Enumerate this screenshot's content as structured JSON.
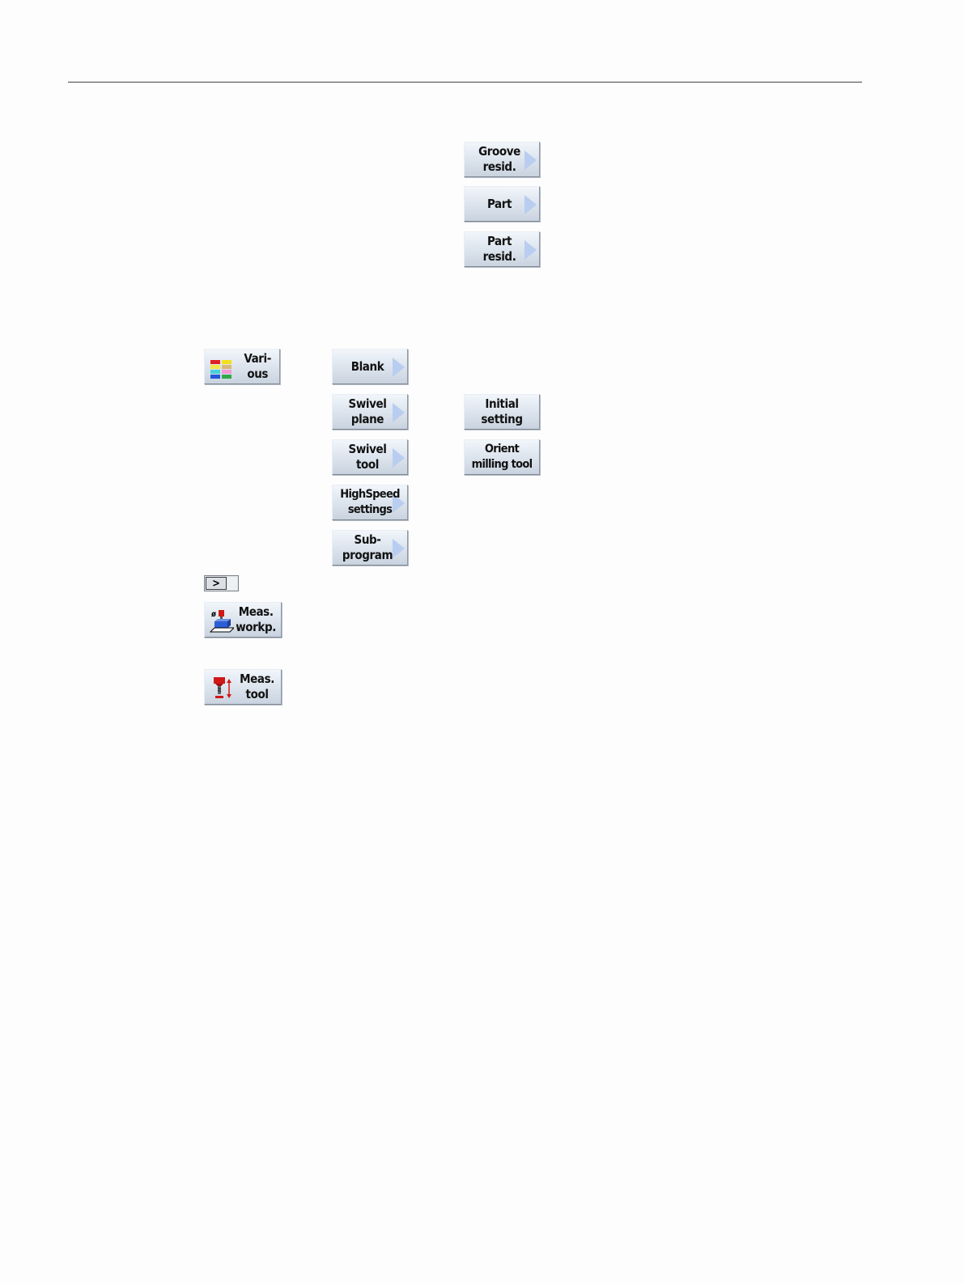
{
  "softkeys": {
    "groove_resid": "Groove\nresid.",
    "part": "Part",
    "part_resid": "Part\nresid.",
    "various": "Vari-\nous",
    "blank": "Blank",
    "swivel_plane": "Swivel\nplane",
    "initial_setting": "Initial\nsetting",
    "swivel_tool": "Swivel\ntool",
    "orient_milling_tool": "Orient\nmilling tool",
    "highspeed_settings": "HighSpeed\nsettings",
    "subprogram": "Sub-\nprogram",
    "etc_key": ">",
    "meas_workp": "Meas.\nworkp.",
    "meas_tool": "Meas.\ntool"
  },
  "icons": {
    "various": "various-color-grid-icon",
    "meas_workp": "measure-workpiece-icon",
    "meas_tool": "measure-tool-icon"
  },
  "colors": {
    "softkey_arrow": "#b9cdf0",
    "softkey_face": "#dfe6ef"
  }
}
